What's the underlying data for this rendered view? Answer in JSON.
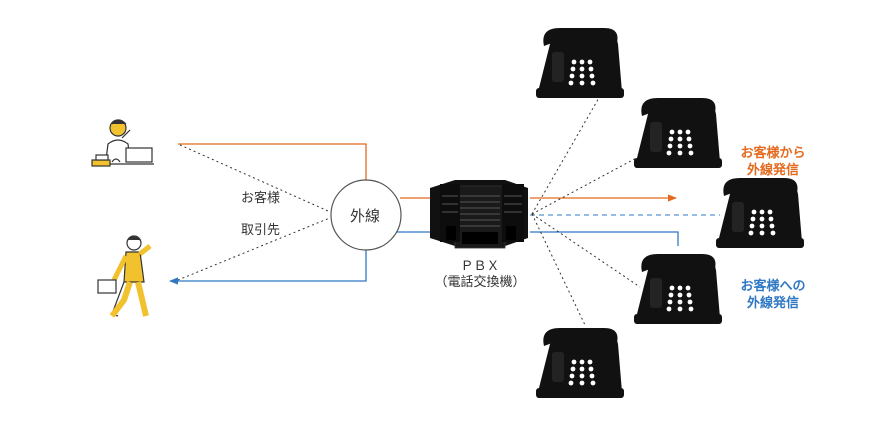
{
  "labels": {
    "customer": "お客様",
    "partner": "取引先",
    "outside_line": "外線",
    "pbx_line1": "ＰＢＸ",
    "pbx_line2": "（電話交換機）",
    "incoming_line1": "お客様から",
    "incoming_line2": "外線発信",
    "outgoing_line1": "お客様への",
    "outgoing_line2": "外線発信"
  },
  "colors": {
    "incoming": "#e36a1f",
    "outgoing": "#2f78c4",
    "dotted": "#333333",
    "phone": "#111111",
    "person_accent": "#f2c12e"
  }
}
